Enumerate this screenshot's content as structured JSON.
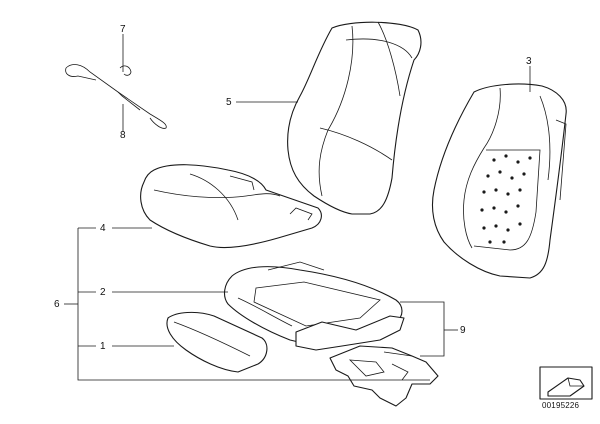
{
  "diagram": {
    "callouts": {
      "c1": "1",
      "c2": "2",
      "c3": "3",
      "c4": "4",
      "c5": "5",
      "c6": "6",
      "c7": "7",
      "c8": "8",
      "c9": "9"
    },
    "doc_number": "00195226"
  },
  "colors": {
    "line": "#1a1a1a",
    "background": "#ffffff"
  }
}
